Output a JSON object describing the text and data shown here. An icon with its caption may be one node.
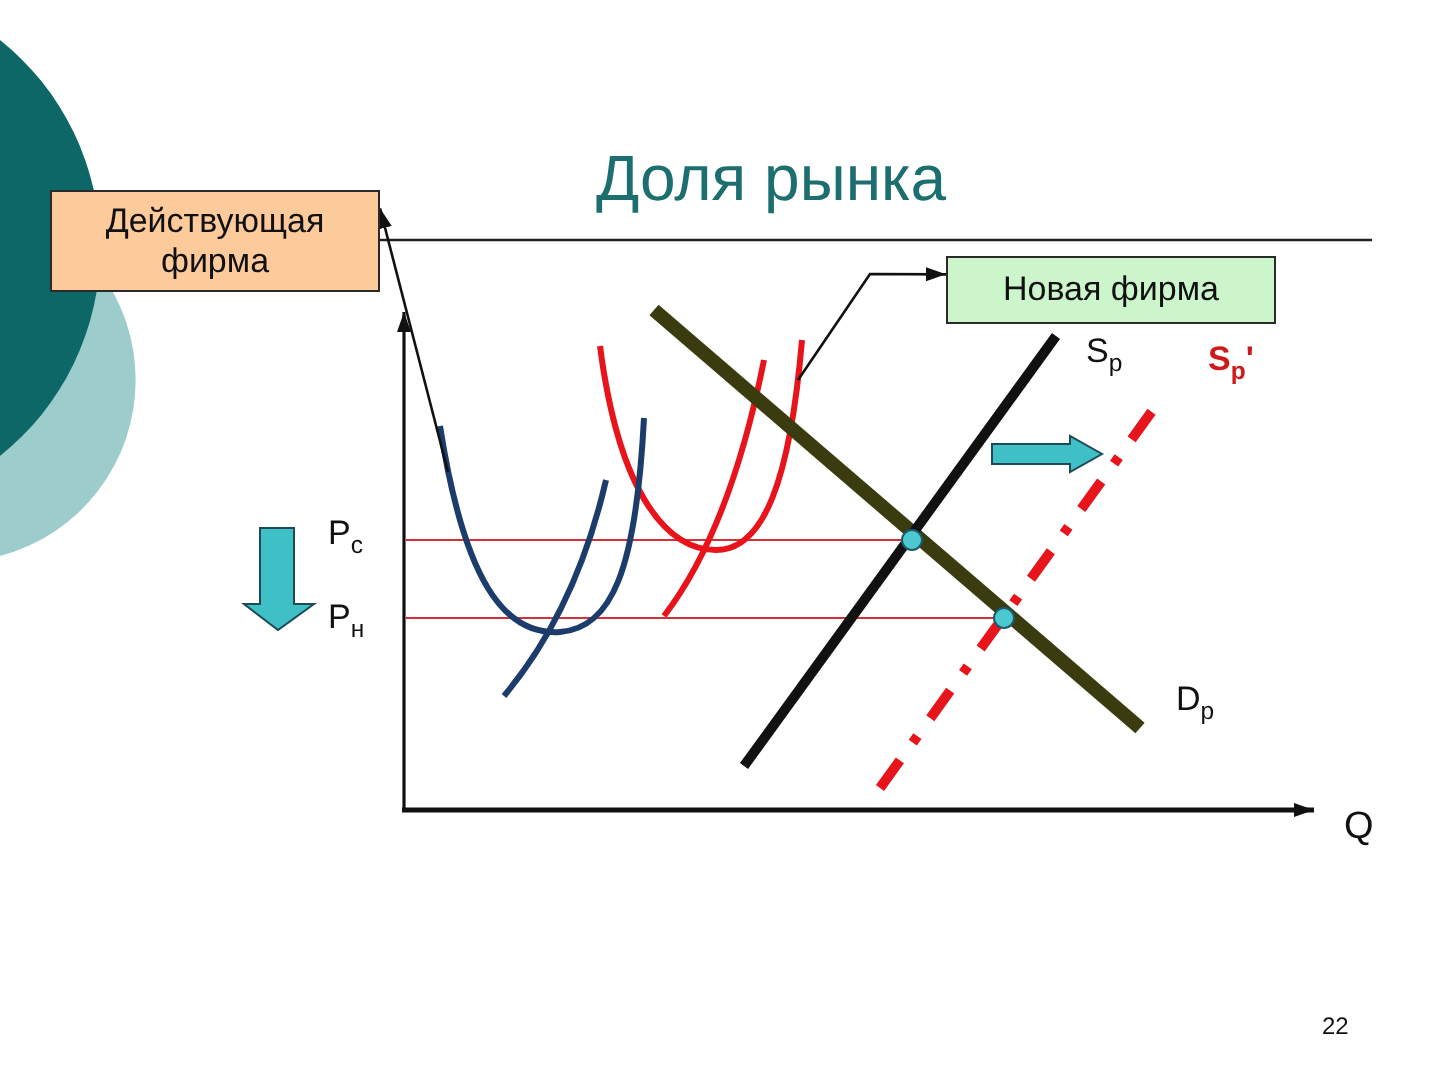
{
  "diagram": {
    "title": "Доля рынка",
    "nodes": [
      {
        "text": [
          "Действующая фирма"
        ]
      },
      {
        "text": [
          "Новая фирма"
        ]
      },
      {
        "text": [],
        "shape": "curve"
      },
      {
        "text": [],
        "shape": "curve"
      }
    ],
    "edges": [
      {
        "from": 3,
        "to": 0,
        "arrow": "to"
      },
      {
        "from": 2,
        "to": 1,
        "arrow": "to"
      }
    ],
    "labels": [
      "S$_{p}$",
      "S$_{p}$'",
      "P$_{с}$",
      "P$_{н}$",
      "D$_{p}$",
      "Q",
      "22"
    ]
  }
}
